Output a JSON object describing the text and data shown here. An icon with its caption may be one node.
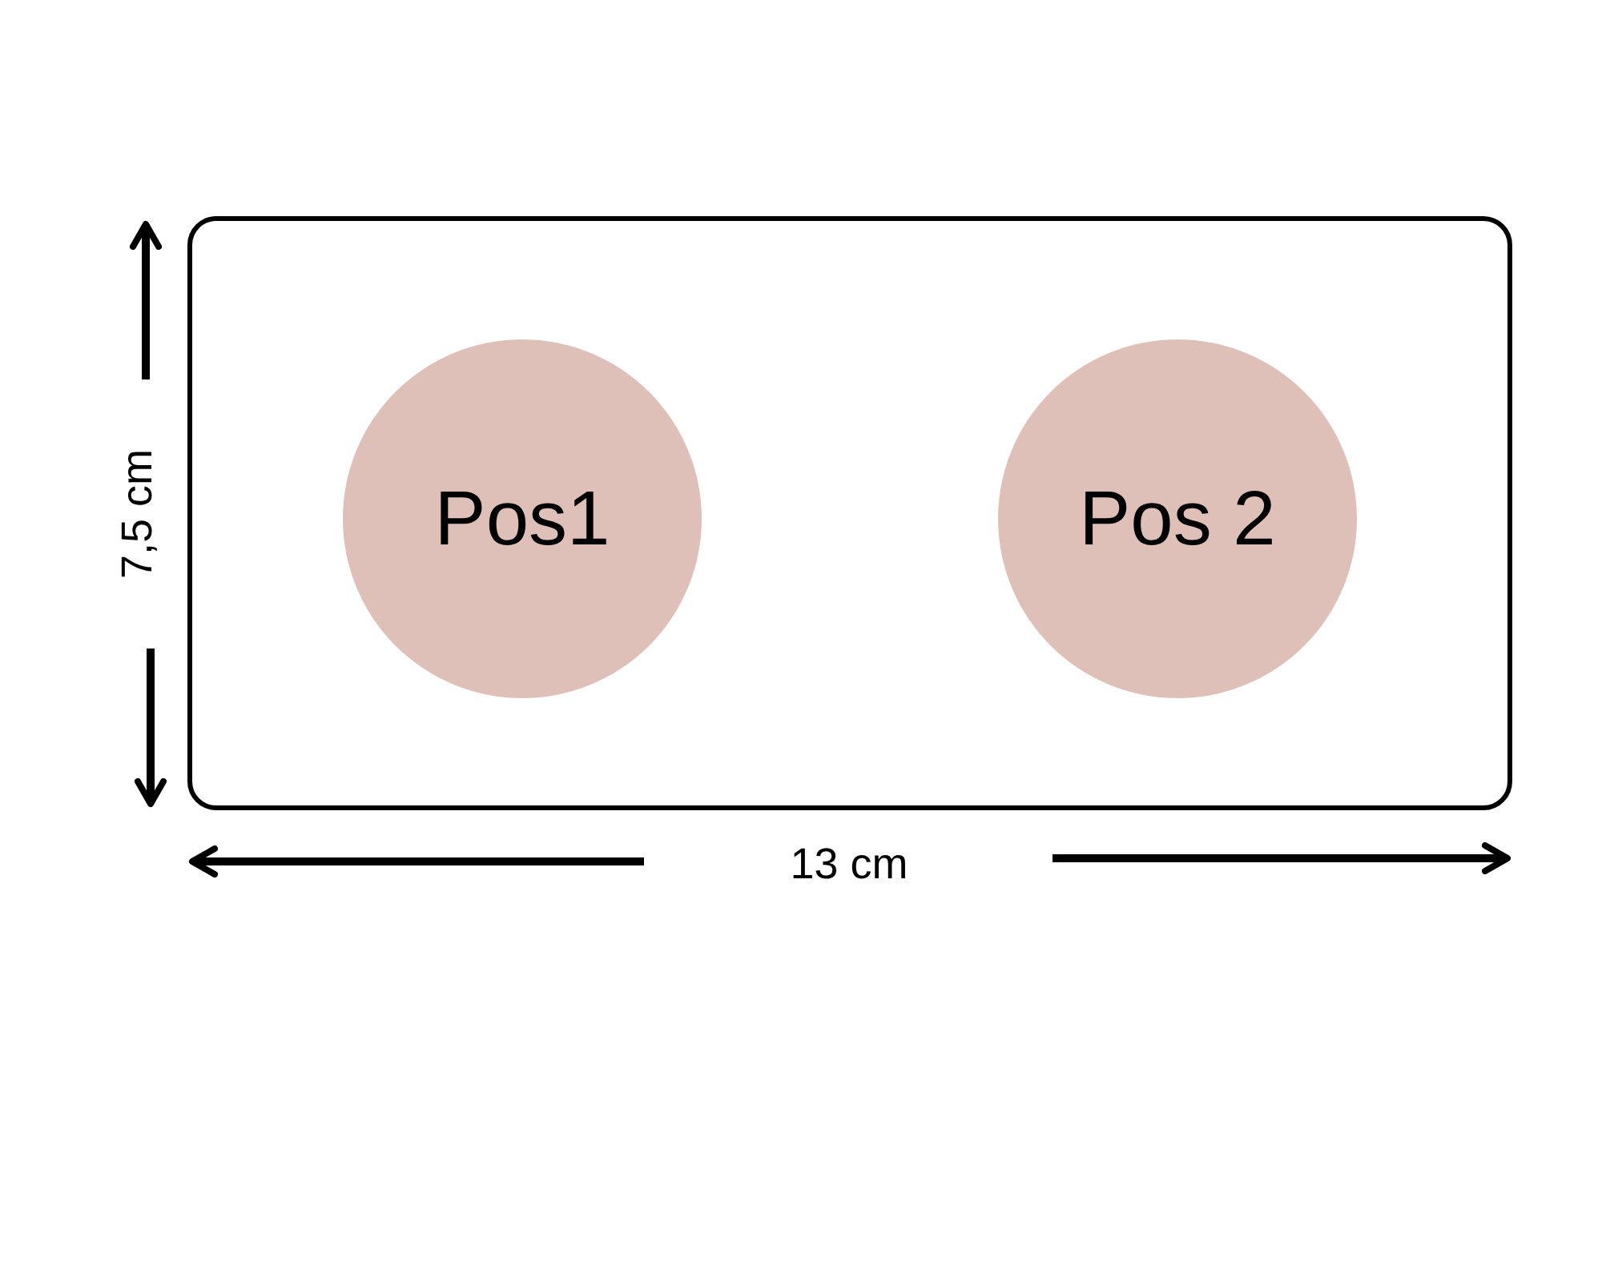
{
  "diagram": {
    "nodes": [
      {
        "text": [],
        "shape": "box"
      },
      {
        "text": [
          "Pos1"
        ],
        "in": 0
      },
      {
        "text": [
          "Pos 2"
        ],
        "in": 0
      }
    ],
    "labels": [
      "7,5 cm",
      "13 cm"
    ]
  }
}
